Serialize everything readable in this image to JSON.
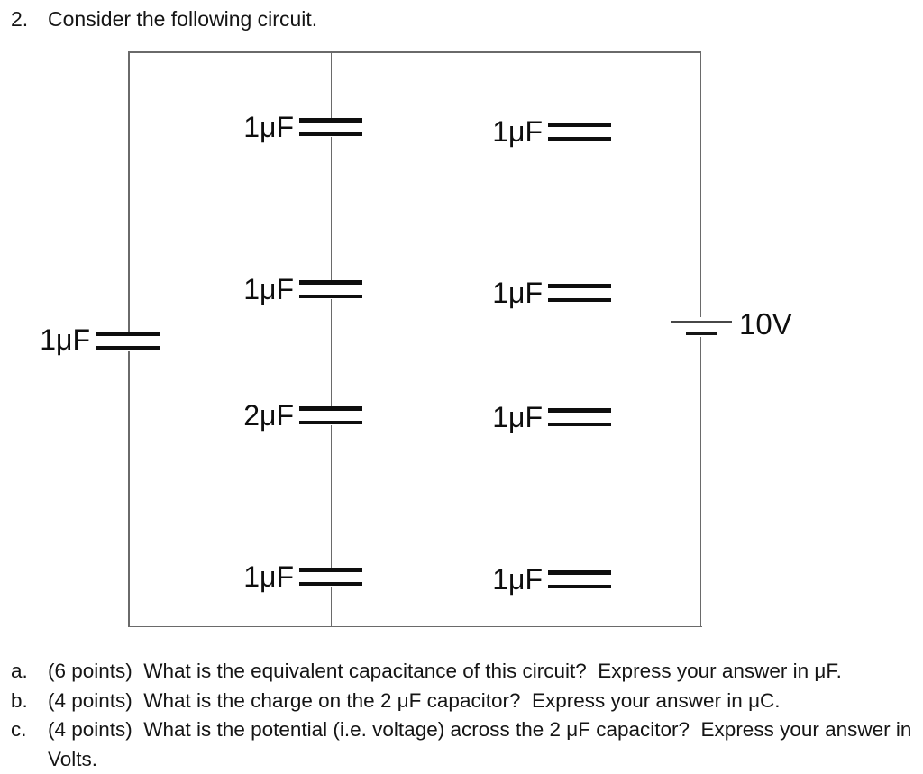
{
  "title": {
    "number": "2.",
    "text": "Consider the following circuit."
  },
  "circuit": {
    "left_branch": {
      "capacitors": [
        {
          "label": "1μF"
        }
      ]
    },
    "branch1": {
      "capacitors": [
        {
          "label": "1μF"
        },
        {
          "label": "1μF"
        },
        {
          "label": "2μF"
        },
        {
          "label": "1μF"
        }
      ]
    },
    "branch2": {
      "capacitors": [
        {
          "label": "1μF"
        },
        {
          "label": "1μF"
        },
        {
          "label": "1μF"
        },
        {
          "label": "1μF"
        }
      ]
    },
    "battery": {
      "label": "10V"
    }
  },
  "questions": [
    {
      "letter": "a.",
      "text": "(6 points)  What is the equivalent capacitance of this circuit?  Express your answer in μF."
    },
    {
      "letter": "b.",
      "text": "(4 points)  What is the charge on the 2 μF capacitor?  Express your answer in μC."
    },
    {
      "letter": "c.",
      "text": "(4 points)  What is the potential (i.e. voltage) across the 2 μF capacitor?  Express your answer in\nVolts."
    }
  ],
  "colors": {
    "background": "#ffffff",
    "text": "#151515",
    "wire": "#6a6a6a",
    "plate": "#0e0e0e"
  }
}
